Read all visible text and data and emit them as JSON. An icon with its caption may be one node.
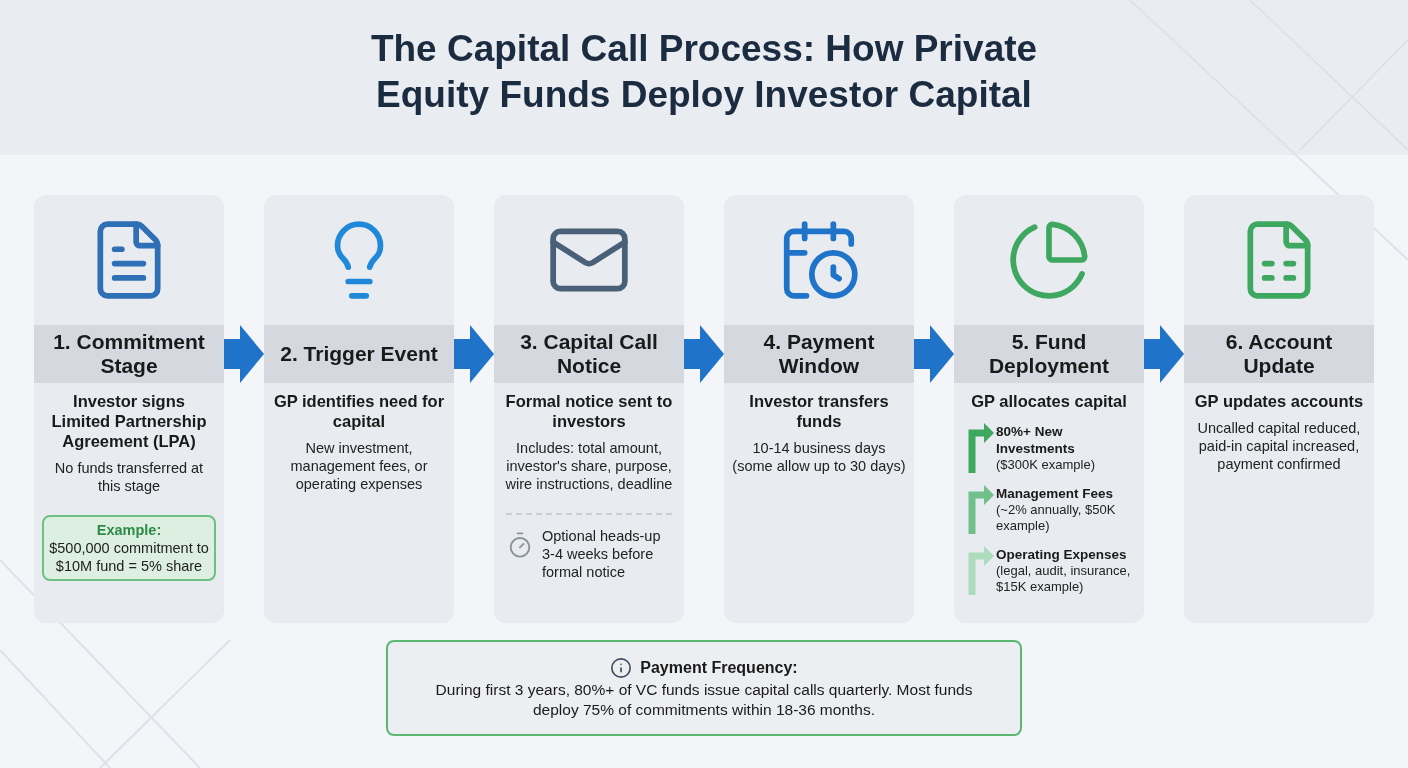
{
  "diagram": {
    "title": "The Capital Call Process: How Private Equity Funds Deploy Investor Capital",
    "nodes": [
      {
        "text": [
          "1. Commitment Stage",
          "Investor signs Limited Partnership Agreement (LPA)",
          "No funds transferred at this stage"
        ]
      },
      {
        "text": [
          "Example:",
          "$500,000 commitment to $10M fund = 5% share"
        ],
        "in": 0
      },
      {
        "text": [
          "2. Trigger Event",
          "GP identifies need for capital",
          "New investment, management fees, or operating expenses"
        ]
      },
      {
        "text": [
          "3. Capital Call Notice",
          "Formal notice sent to investors",
          "Includes: total amount, investor's share, purpose, wire instructions, deadline",
          "Optional heads-up 3-4 weeks before formal notice"
        ]
      },
      {
        "text": [
          "4. Payment Window",
          "Investor transfers funds",
          "10-14 business days (some allow up to 30 days)"
        ]
      },
      {
        "text": [
          "5. Fund Deployment",
          "GP allocates capital"
        ]
      },
      {
        "text": [
          "80%+ New Investments",
          "($300K example)"
        ],
        "in": 5
      },
      {
        "text": [
          "Management Fees",
          "(~2% annually, $50K example)"
        ],
        "in": 5
      },
      {
        "text": [
          "Operating Expenses",
          "(legal, audit, insurance, $15K example)"
        ],
        "in": 5
      },
      {
        "text": [
          "6. Account Update",
          "GP updates accounts",
          "Uncalled capital reduced, paid-in capital increased, payment confirmed"
        ]
      },
      {
        "text": [
          "Payment Frequency:",
          "During first 3 years, 80%+ of VC funds issue capital calls quarterly. Most funds deploy 75% of commitments within 18-36 months."
        ]
      }
    ],
    "edges": [
      {
        "from": 0,
        "to": 2,
        "arrow": "to"
      },
      {
        "from": 2,
        "to": 3,
        "arrow": "to"
      },
      {
        "from": 3,
        "to": 4,
        "arrow": "to"
      },
      {
        "from": 4,
        "to": 5,
        "arrow": "to"
      },
      {
        "from": 5,
        "to": 9,
        "arrow": "to"
      },
      {
        "from": null,
        "to": 6,
        "arrow": "to",
        "color": "#3fa860"
      },
      {
        "from": null,
        "to": 7,
        "arrow": "to",
        "color": "#6fc08a"
      },
      {
        "from": null,
        "to": 8,
        "arrow": "to",
        "color": "#acdcbb"
      }
    ]
  }
}
